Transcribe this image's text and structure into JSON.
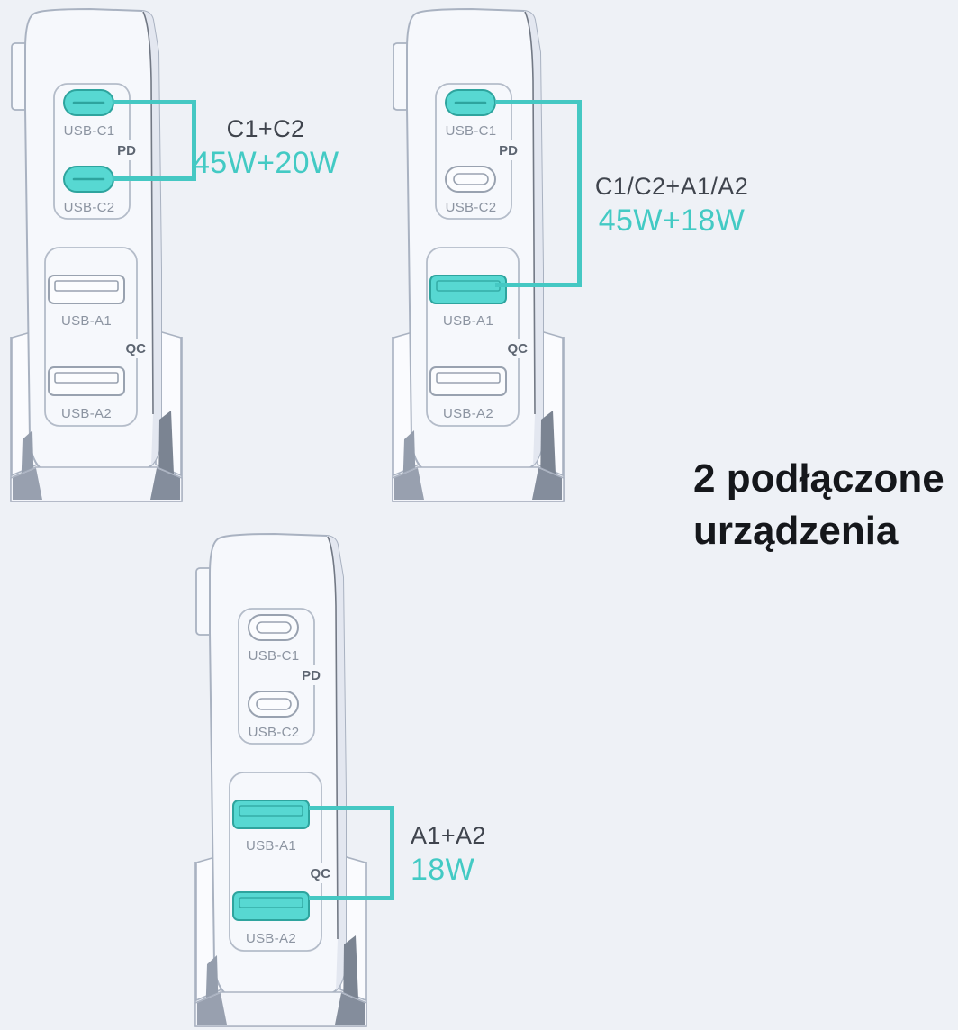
{
  "page": {
    "background": "#EEF1F6"
  },
  "heading": {
    "line1": "2 podłączone",
    "line2": "urządzenia"
  },
  "colors": {
    "accent_line": "#45C8C3",
    "accent_text": "#43CAC4",
    "combo_text": "#3F444D",
    "heading_text": "#15171B",
    "port_highlight_fill": "#57D8D2",
    "port_highlight_stroke": "#2EA49E",
    "port_plain_stroke": "#99A2B0",
    "port_label_gray": "#8C94A1",
    "badge_gray": "#5D6571",
    "body_outline": "#A9B2C1"
  },
  "units": [
    {
      "name": "charger-top-left",
      "ports": {
        "c1": {
          "label": "USB-C1",
          "highlighted": true
        },
        "c2": {
          "label": "USB-C2",
          "highlighted": true
        },
        "a1": {
          "label": "USB-A1",
          "highlighted": false
        },
        "a2": {
          "label": "USB-A2",
          "highlighted": false
        }
      },
      "badges": {
        "pd": "PD",
        "qc": "QC"
      },
      "highlighted_ports": [
        "C1",
        "C2"
      ],
      "callout": {
        "combo": "C1+C2",
        "power": "45W+20W"
      }
    },
    {
      "name": "charger-top-right",
      "ports": {
        "c1": {
          "label": "USB-C1",
          "highlighted": true
        },
        "c2": {
          "label": "USB-C2",
          "highlighted": false
        },
        "a1": {
          "label": "USB-A1",
          "highlighted": true
        },
        "a2": {
          "label": "USB-A2",
          "highlighted": false
        }
      },
      "badges": {
        "pd": "PD",
        "qc": "QC"
      },
      "highlighted_ports": [
        "C1",
        "A1"
      ],
      "callout": {
        "combo": "C1/C2+A1/A2",
        "power": "45W+18W"
      }
    },
    {
      "name": "charger-bottom",
      "ports": {
        "c1": {
          "label": "USB-C1",
          "highlighted": false
        },
        "c2": {
          "label": "USB-C2",
          "highlighted": false
        },
        "a1": {
          "label": "USB-A1",
          "highlighted": true
        },
        "a2": {
          "label": "USB-A2",
          "highlighted": true
        }
      },
      "badges": {
        "pd": "PD",
        "qc": "QC"
      },
      "highlighted_ports": [
        "A1",
        "A2"
      ],
      "callout": {
        "combo": "A1+A2",
        "power": "18W"
      }
    }
  ]
}
